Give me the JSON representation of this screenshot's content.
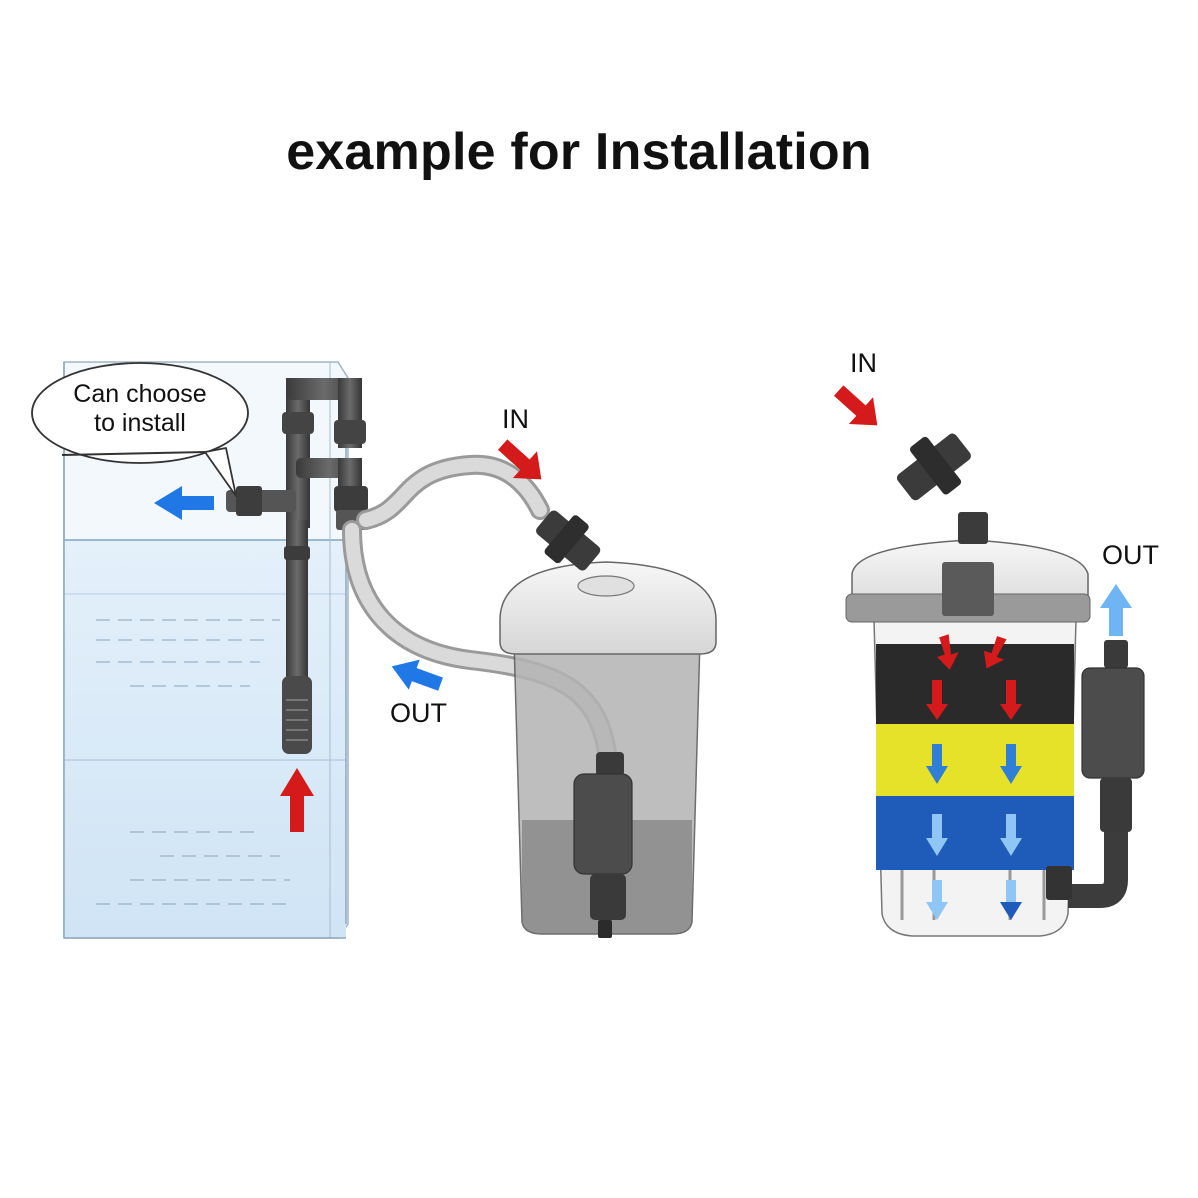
{
  "title": "example for Installation",
  "callout": {
    "line1": "Can choose",
    "line2": "to install"
  },
  "labels": {
    "in_left": "IN",
    "out_left": "OUT",
    "in_right": "IN",
    "out_right": "OUT"
  },
  "colors": {
    "inflow_arrow": "#d41a1a",
    "outflow_arrow": "#1f78e6",
    "outflow_arrow_light": "#6fb5f3",
    "water": "#d6e9f7",
    "media_black": "#2a2a2a",
    "media_yellow": "#e6e22a",
    "media_blue": "#1f5bb8"
  }
}
